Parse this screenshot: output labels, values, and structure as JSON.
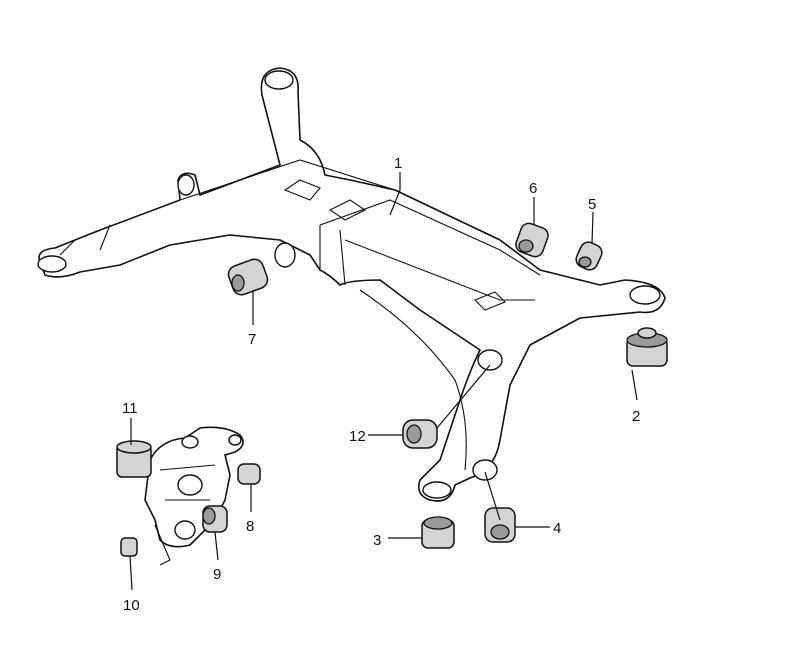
{
  "diagram": {
    "title": "Rear subframe and bushings exploded view",
    "callouts": [
      "1",
      "2",
      "3",
      "4",
      "5",
      "6",
      "7",
      "8",
      "9",
      "10",
      "11",
      "12"
    ]
  }
}
